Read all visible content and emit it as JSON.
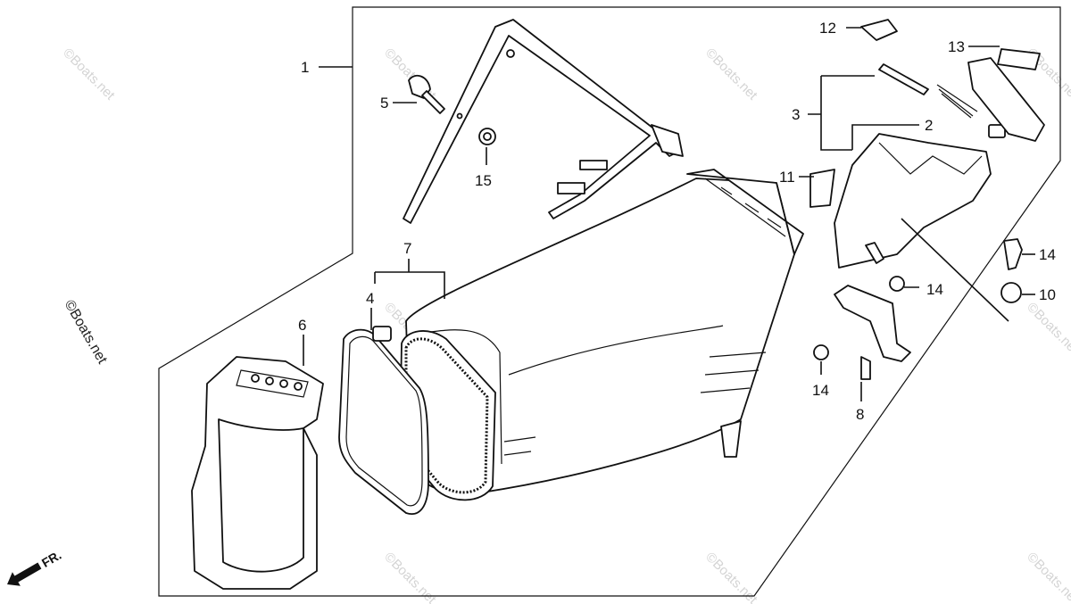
{
  "callouts": [
    "1",
    "2",
    "3",
    "4",
    "5",
    "6",
    "7",
    "8",
    "10",
    "11",
    "12",
    "13",
    "14",
    "14",
    "14",
    "15"
  ],
  "watermark": "©Boats.net",
  "fr_label": "FR.",
  "colors": {
    "line": "#111111",
    "watermark": "#d4d4d4",
    "background": "#ffffff"
  }
}
